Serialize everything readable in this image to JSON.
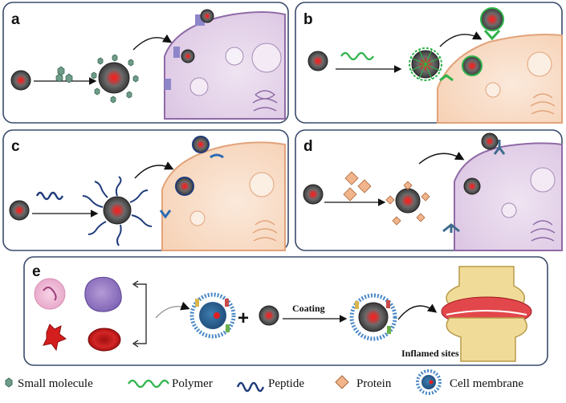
{
  "panels": {
    "a": {
      "label": "a"
    },
    "b": {
      "label": "b"
    },
    "c": {
      "label": "c"
    },
    "d": {
      "label": "d"
    },
    "e": {
      "label": "e",
      "plus": "+",
      "coating": "Coating",
      "inflamed": "Inflamed sites"
    }
  },
  "legend": {
    "small_molecule": "Small molecule",
    "polymer": "Polymer",
    "peptide": "Peptide",
    "protein": "Protein",
    "cell_membrane": "Cell membrane"
  },
  "colors": {
    "panel_border": "#3a4b6b",
    "panel_bg": "#f4f4fb",
    "np_core": "#e02020",
    "polymer": "#2fb34a",
    "peptide": "#1f3b7a",
    "protein": "#f2b48a",
    "cell_peach": "#f5c9a6",
    "cell_purple": "#c9a9d6"
  }
}
